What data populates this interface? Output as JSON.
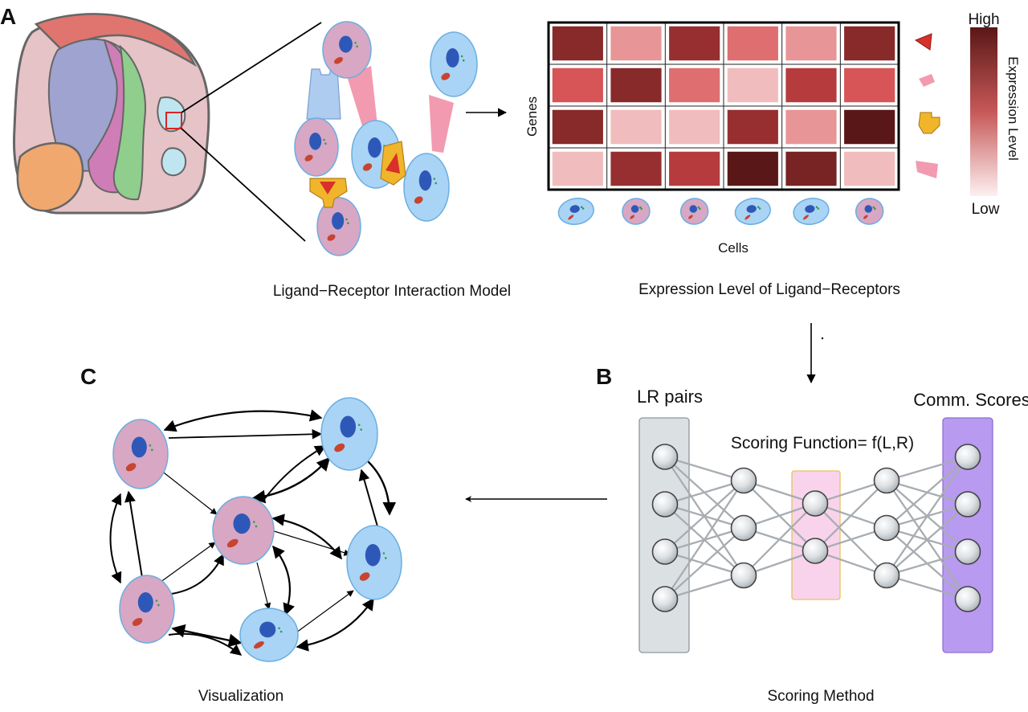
{
  "panels": {
    "a": "A",
    "b": "B",
    "c": "C"
  },
  "captions": {
    "interaction_model": "Ligand−Receptor Interaction Model",
    "expression_level": "Expression Level of Ligand−Receptors",
    "visualization": "Visualization",
    "scoring_method": "Scoring Method"
  },
  "heatmap": {
    "y_label": "Genes",
    "x_label": "Cells",
    "legend_high": "High",
    "legend_low": "Low",
    "legend_title": "Expression Level",
    "levels": [
      [
        0.85,
        0.3,
        0.8,
        0.45,
        0.3,
        0.85
      ],
      [
        0.55,
        0.85,
        0.45,
        0.15,
        0.7,
        0.55
      ],
      [
        0.85,
        0.15,
        0.15,
        0.8,
        0.3,
        1.0
      ],
      [
        0.15,
        0.8,
        0.7,
        1.0,
        0.9,
        0.15
      ]
    ],
    "column_cell_types": [
      "blue",
      "pink",
      "pink",
      "blue",
      "blue",
      "pink"
    ],
    "colors": {
      "low": "#fbe3e3",
      "mid": "#d4474a",
      "high": "#5a1717"
    }
  },
  "network": {
    "input_label": "LR pairs",
    "output_label": "Comm. Scores",
    "function_label": "Scoring Function= f(L,R)",
    "layers": [
      4,
      3,
      2,
      3,
      4
    ]
  },
  "colors": {
    "blue_cell": "#a9d4f5",
    "pink_cell": "#d7a7c4",
    "nucleus": "#2e58b8",
    "mito": "#c8442f",
    "ligand_yellow": "#f0b52a",
    "ligand_pink": "#f29bb0",
    "receptor_blue": "#aecbf0"
  }
}
